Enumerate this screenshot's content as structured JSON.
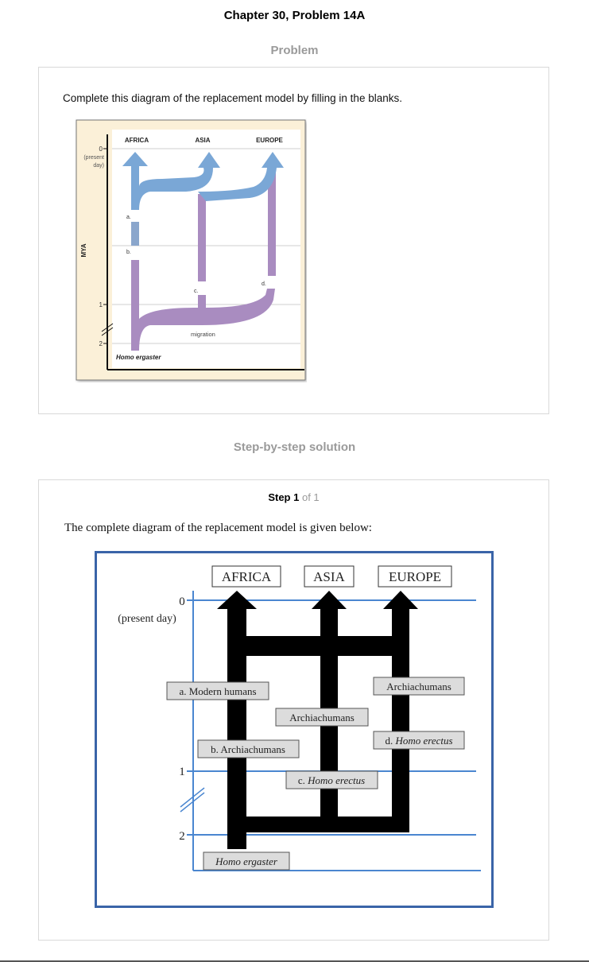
{
  "header": {
    "title": "Chapter 30, Problem 14A"
  },
  "problem": {
    "heading": "Problem",
    "text": "Complete this diagram of the replacement model by filling in the blanks.",
    "figure": {
      "regions": [
        "AFRICA",
        "ASIA",
        "EUROPE"
      ],
      "axis_label": "MYA",
      "tick_zero": "0",
      "tick_zero_sub1": "(present",
      "tick_zero_sub2": "day)",
      "tick_one": "1",
      "tick_two": "2",
      "blank_a": "a.",
      "blank_b": "b.",
      "blank_c": "c.",
      "blank_d": "d.",
      "migration": "migration",
      "origin": "Homo ergaster"
    }
  },
  "solution": {
    "heading": "Step-by-step solution",
    "step_label": "Step 1",
    "step_of": "of 1",
    "text": "The complete diagram of the replacement model is given below:",
    "figure": {
      "regions": [
        "AFRICA",
        "ASIA",
        "EUROPE"
      ],
      "tick_zero": "0",
      "tick_zero_sub": "(present day)",
      "tick_one": "1",
      "tick_two": "2",
      "label_a": "a. Modern humans",
      "label_b": "b. Archiachumans",
      "label_c_prefix": "c. ",
      "label_c_species": "Homo erectus",
      "label_d_prefix": "d. ",
      "label_d_species": "Homo erectus",
      "label_asia_mid": "Archiachumans",
      "label_europe_mid": "Archiachumans",
      "origin": "Homo ergaster"
    }
  },
  "colors": {
    "blue_arrow": "#7aa7d6",
    "purple_bar": "#a98cc0",
    "panel_bg": "#fbf0d8",
    "frame_blue": "#3a64a8",
    "line_blue": "#4a86d0"
  }
}
